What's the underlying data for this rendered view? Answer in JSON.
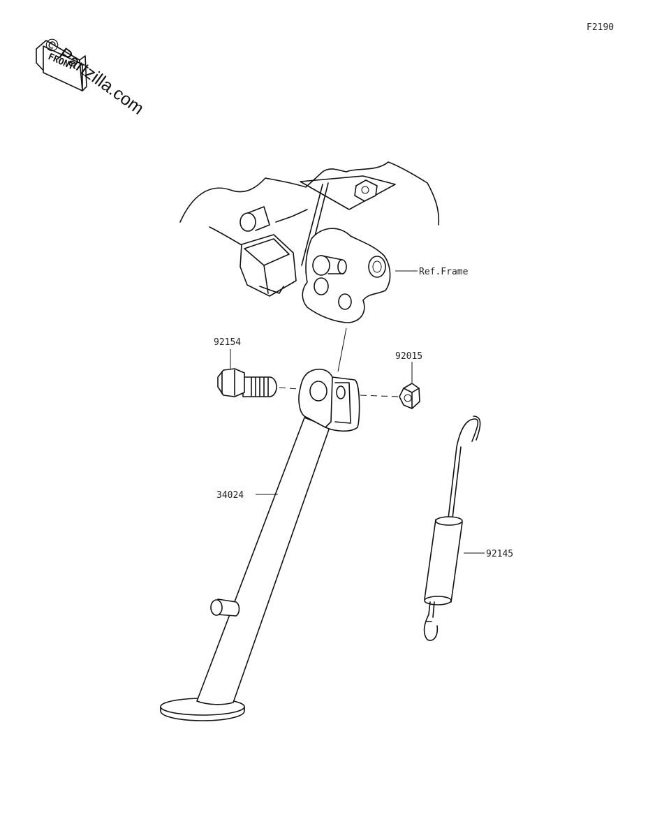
{
  "diagram_code": "F2190",
  "watermark": "© Partzilla.com",
  "front_label": "FRONT",
  "parts": [
    {
      "number": "92154"
    },
    {
      "number": "92015"
    },
    {
      "number": "34024"
    },
    {
      "number": "92145"
    }
  ],
  "ref_label": "Ref.Frame"
}
